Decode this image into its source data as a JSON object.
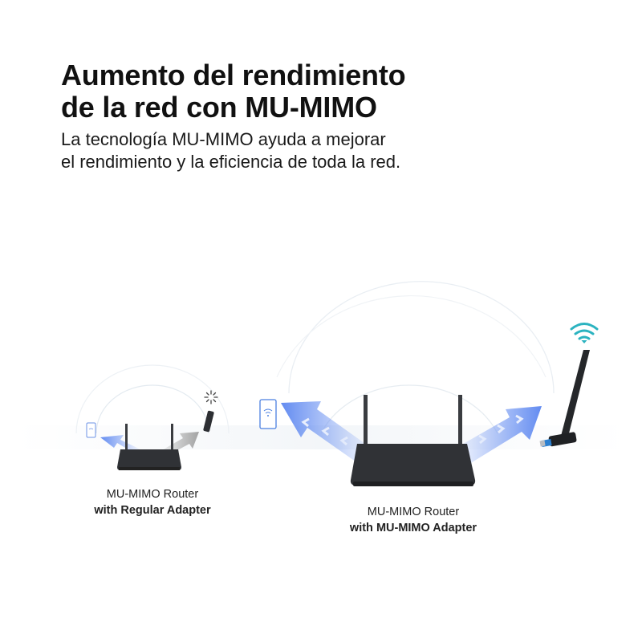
{
  "header": {
    "title_line1": "Aumento del rendimiento",
    "title_line2": "de la red con MU-MIMO",
    "subtitle_line1": "La tecnología MU-MIMO ayuda a mejorar",
    "subtitle_line2": "el rendimiento y la eficiencia de toda la red."
  },
  "left_scene": {
    "caption_line1": "MU-MIMO Router",
    "caption_line2": "with Regular Adapter",
    "icons": [
      "phone-wifi-icon",
      "loading-spinner-icon",
      "usb-adapter-icon",
      "router-icon"
    ]
  },
  "right_scene": {
    "caption_line1": "MU-MIMO Router",
    "caption_line2": "with MU-MIMO Adapter",
    "icons": [
      "phone-wifi-icon",
      "wifi-signal-icon",
      "high-gain-usb-adapter-icon",
      "router-icon"
    ]
  },
  "colors": {
    "arrow_blue": "#6f95f2",
    "arrow_gray": "#a9a9a9",
    "wifi_teal": "#2bb3c0",
    "router_dark": "#2f3134",
    "phone_outline": "#4a7fe0"
  }
}
